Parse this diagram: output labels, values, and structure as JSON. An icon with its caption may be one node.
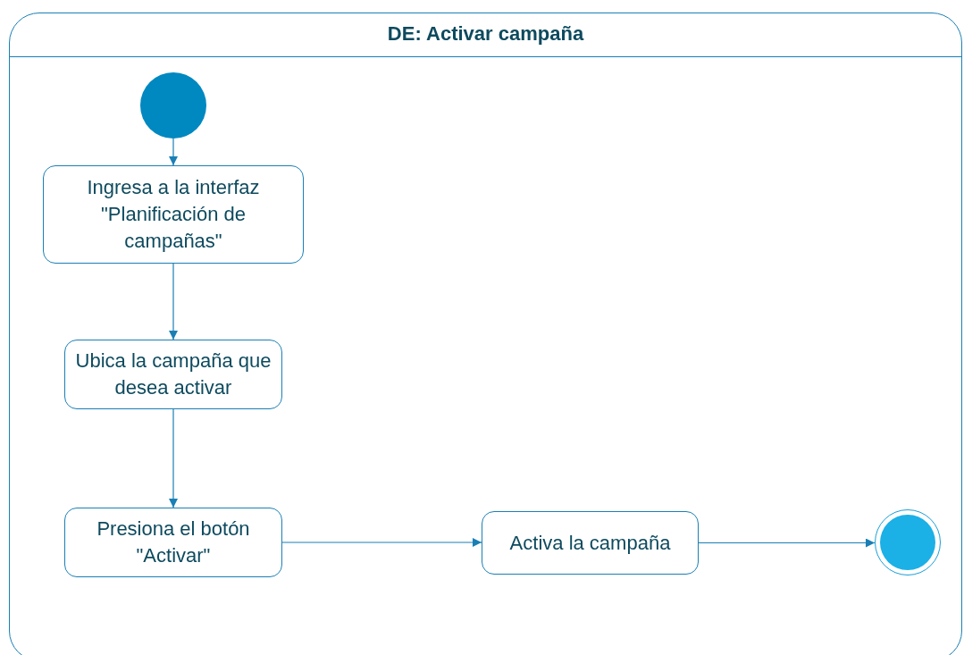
{
  "diagram": {
    "nodes": [
      {
        "text": [
          "DE: Activar campaña"
        ]
      },
      {
        "text": [],
        "shape": "circle",
        "in": 0
      },
      {
        "text": [
          "Ingresa a la interfaz \"Planificación de campañas\""
        ],
        "in": 0
      },
      {
        "text": [
          "Ubica la campaña que desea activar"
        ],
        "in": 0
      },
      {
        "text": [
          "Presiona el botón \"Activar\""
        ],
        "in": 0
      },
      {
        "text": [
          "Activa la campaña"
        ],
        "in": 0
      },
      {
        "text": [],
        "shape": "circle",
        "in": 0
      }
    ],
    "edges": [
      {
        "from": 1,
        "to": 2,
        "arrow": "to"
      },
      {
        "from": 2,
        "to": 3,
        "arrow": "to"
      },
      {
        "from": 3,
        "to": 4,
        "arrow": "to"
      },
      {
        "from": 4,
        "to": 5,
        "arrow": "to"
      },
      {
        "from": 5,
        "to": 6,
        "arrow": "to"
      }
    ]
  }
}
